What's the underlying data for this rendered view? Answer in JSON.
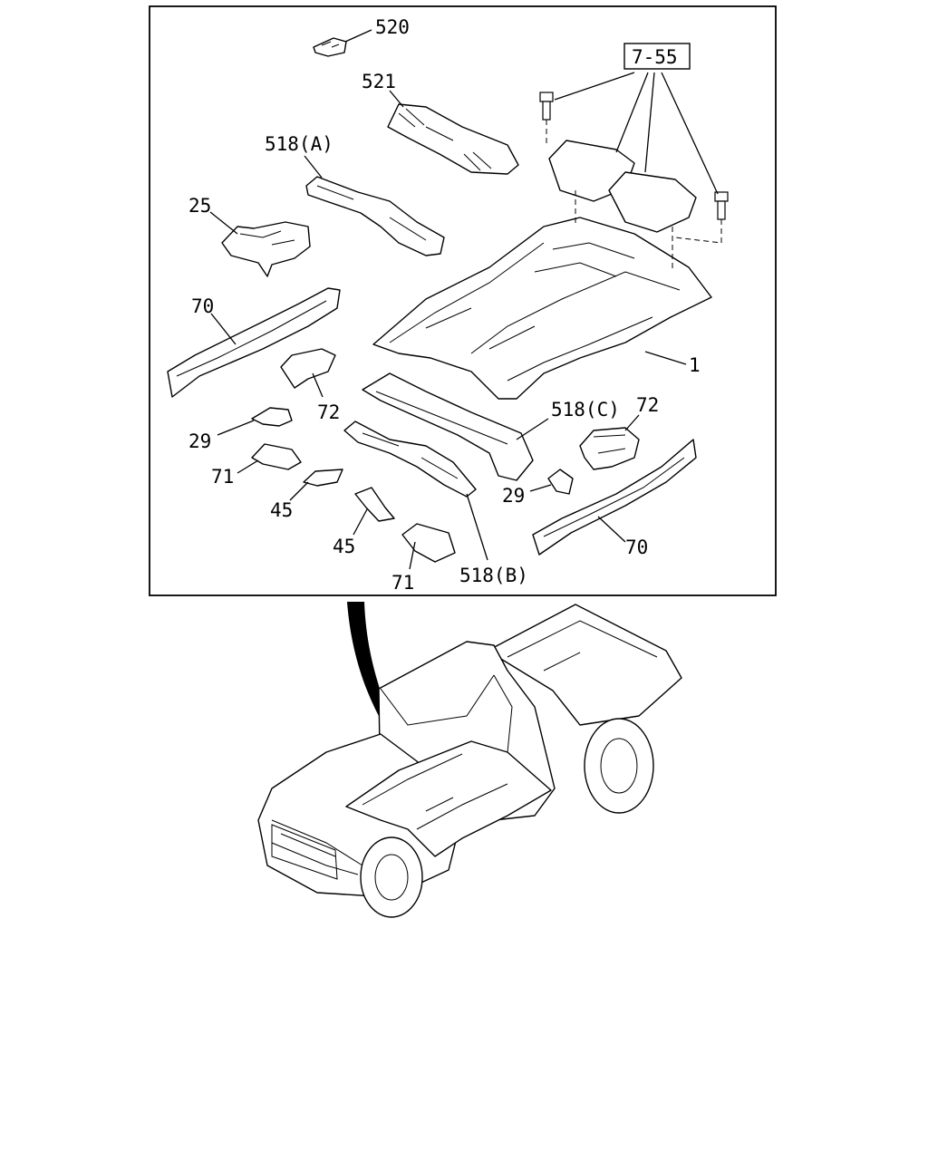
{
  "callouts": {
    "c520": "520",
    "c521": "521",
    "c518a": "518(A)",
    "c25": "25",
    "c70_left": "70",
    "c72_left": "72",
    "c29_left": "29",
    "c71_left": "71",
    "c45_left": "45",
    "c45_mid": "45",
    "c71_mid": "71",
    "c518b": "518(B)",
    "c518c": "518(C)",
    "c72_right": "72",
    "c29_right": "29",
    "c70_right": "70",
    "c1": "1",
    "ref_7_55": "7-55"
  }
}
